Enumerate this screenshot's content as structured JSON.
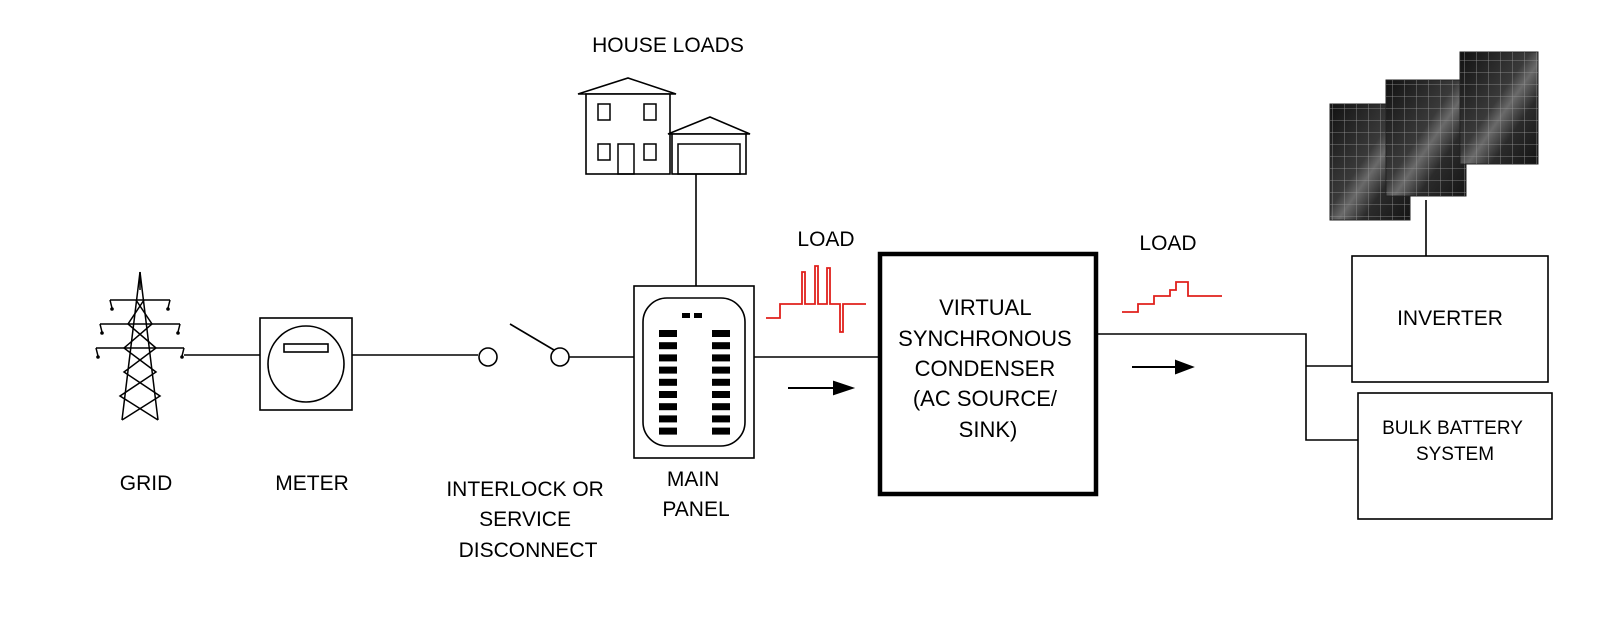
{
  "labels": {
    "grid": "GRID",
    "meter": "METER",
    "interlock": [
      "INTERLOCK OR",
      "SERVICE",
      "DISCONNECT"
    ],
    "main_panel": [
      "MAIN",
      "PANEL"
    ],
    "house_loads": "HOUSE LOADS",
    "load_left": "LOAD",
    "load_right": "LOAD",
    "vsc": [
      "VIRTUAL",
      "SYNCHRONOUS",
      "CONDENSER",
      "(AC SOURCE/",
      "SINK)"
    ],
    "inverter": "INVERTER",
    "battery": [
      "BULK BATTERY",
      "SYSTEM"
    ]
  },
  "colors": {
    "load_trace": "#e0201c",
    "line": "#000000",
    "solar_panel": "#2a2a2a"
  },
  "icons": [
    "transmission-tower-icon",
    "meter-icon",
    "switch-icon",
    "panel-icon",
    "house-icon",
    "solar-panel-icon",
    "arrow-icon"
  ]
}
